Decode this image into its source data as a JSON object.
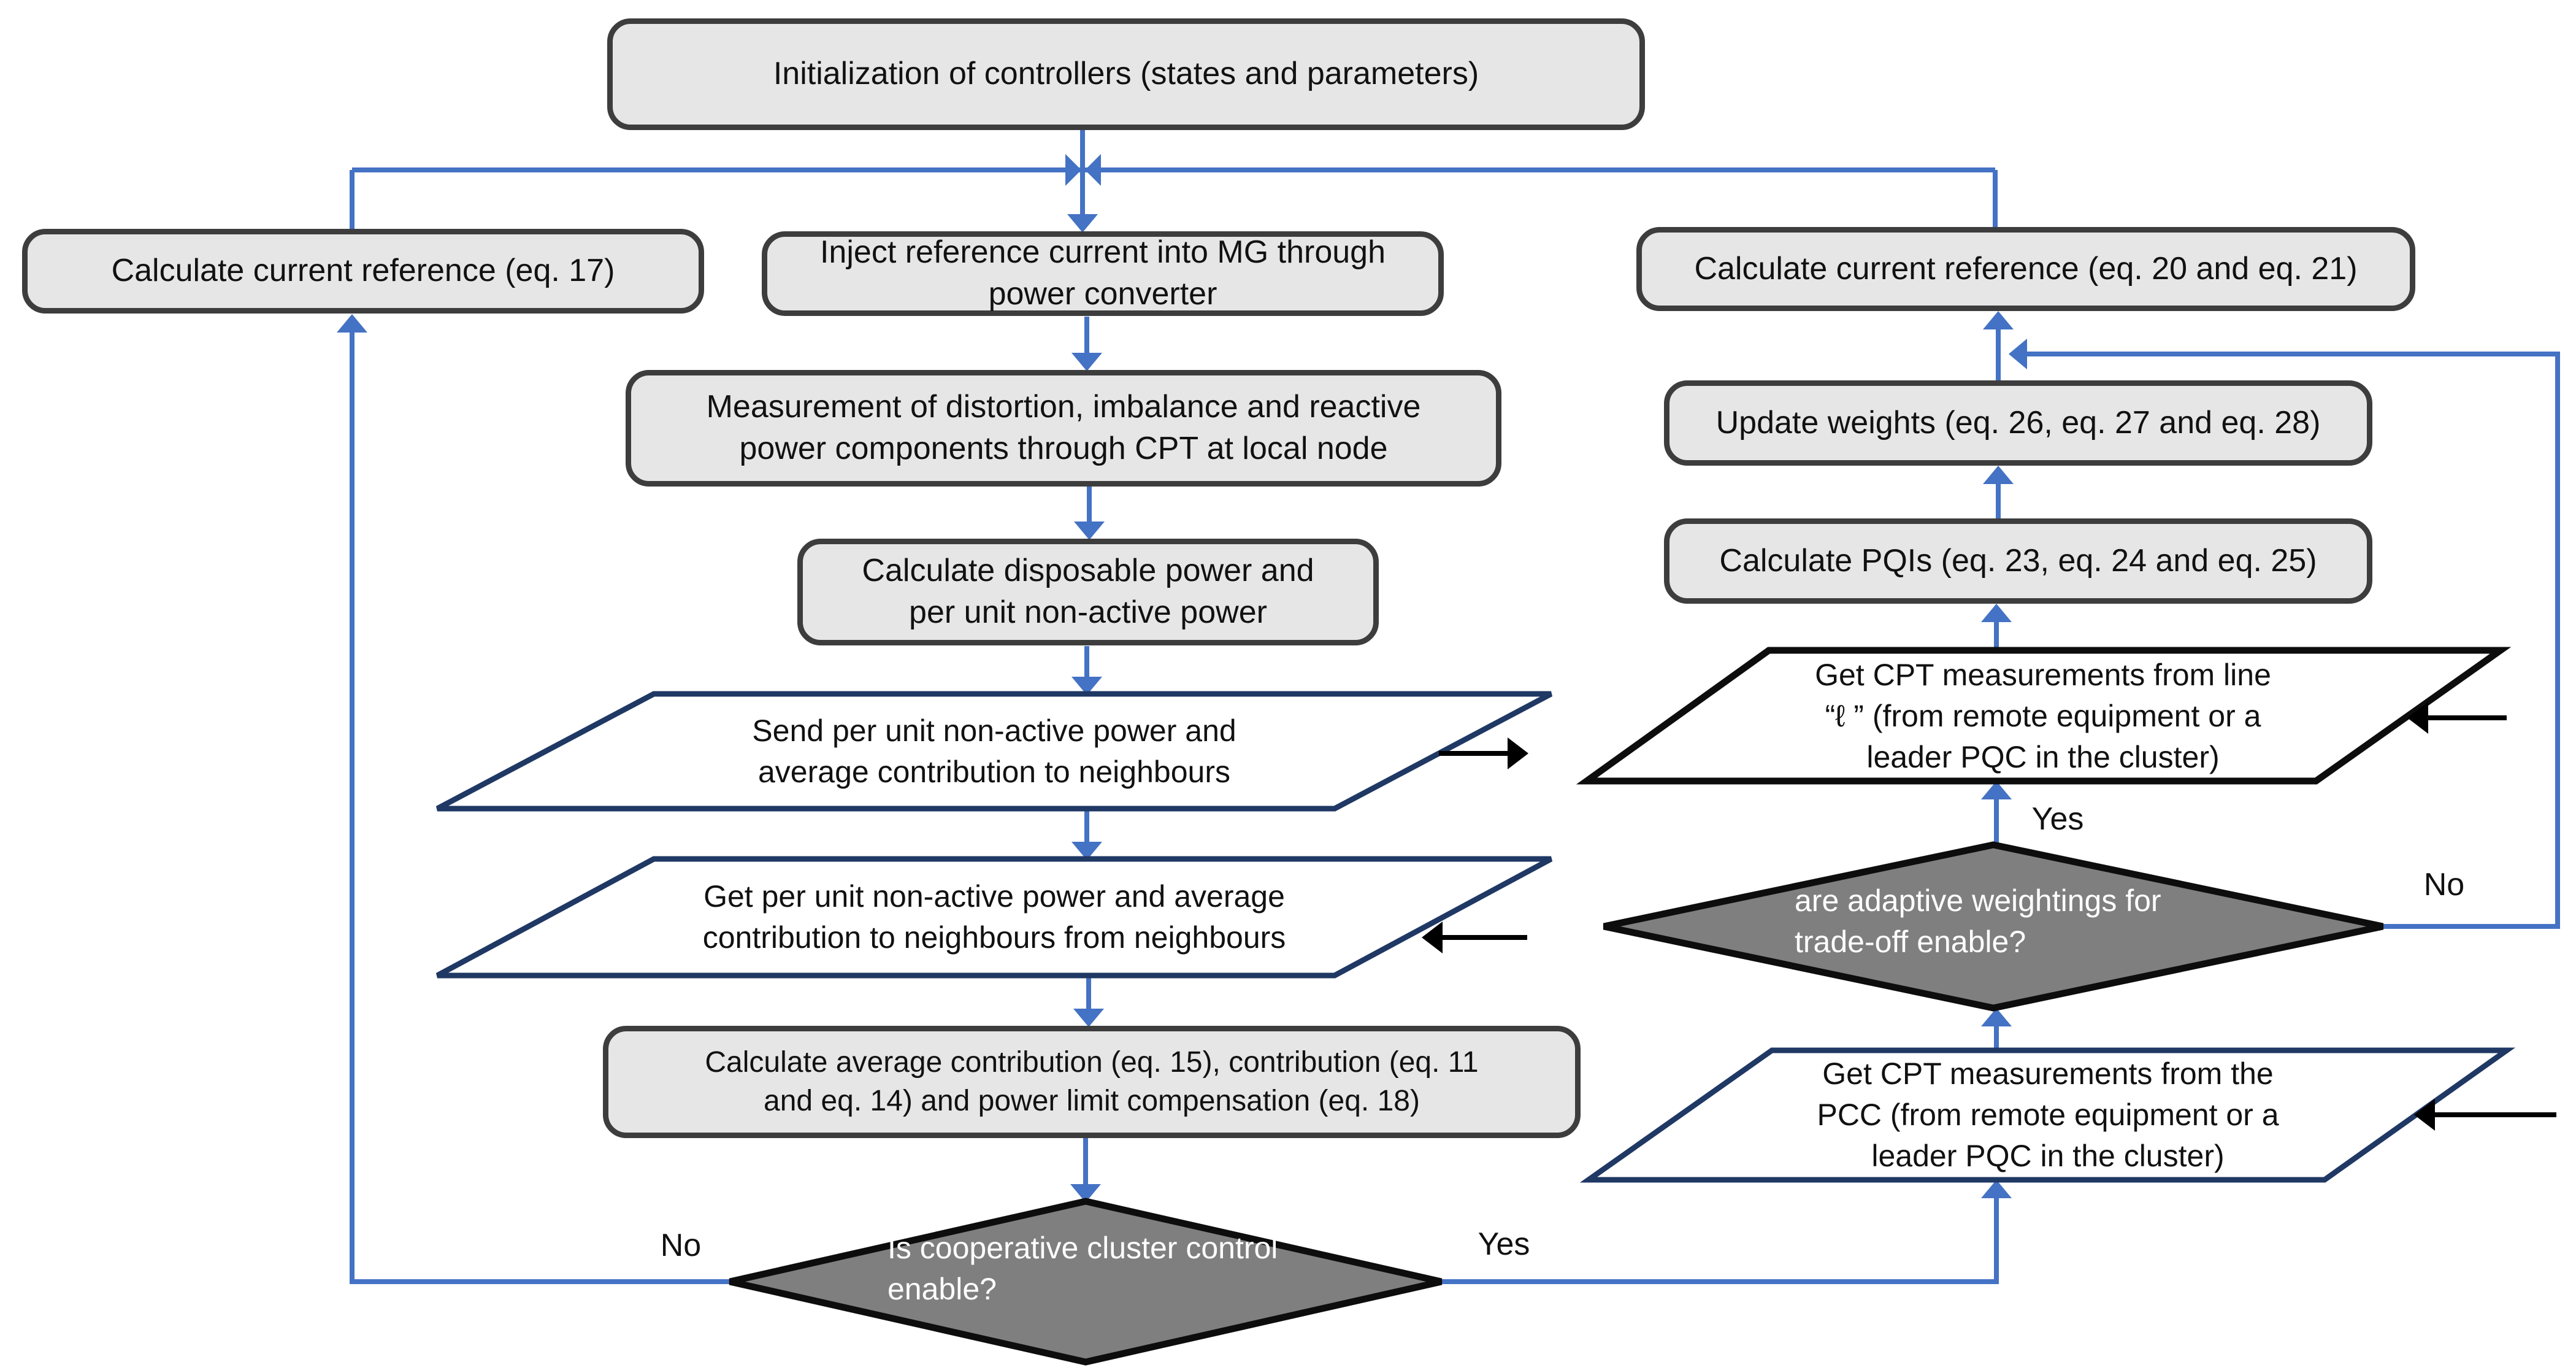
{
  "diagram_title": "Power quality controller flowchart",
  "colors": {
    "connector_blue": "#4472C4",
    "process_fill": "#e7e6e6",
    "process_border": "#3d3d3d",
    "decision_fill": "#7f7f7f",
    "decision_border": "#0d0d0d",
    "io_border_navy": "#1f3864",
    "io_border_black": "#0d0d0d",
    "io_arrow_black": "#000000",
    "decision_text": "#ffffff"
  },
  "nodes": {
    "init": "Initialization of controllers (states and parameters)",
    "calc_ref_17": "Calculate current reference (eq. 17)",
    "inject": "Inject reference current into MG through\npower converter",
    "measure": "Measurement of distortion, imbalance and reactive\npower components through CPT at local node",
    "disposable": "Calculate disposable power and\nper unit non-active power",
    "send_pu": "Send per unit non-active power and\naverage contribution to neighbours",
    "get_pu": "Get per unit non-active power and average\ncontribution to neighbours from neighbours",
    "calc_avg": "Calculate average contribution (eq. 15), contribution (eq. 11\nand eq. 14) and power limit compensation (eq. 18)",
    "coop_decision": "Is cooperative cluster control\nenable?",
    "calc_ref_2021": "Calculate current reference (eq. 20 and eq. 21)",
    "update_weights": "Update weights (eq. 26, eq. 27 and eq. 28)",
    "calc_pqis": "Calculate PQIs (eq. 23, eq. 24 and eq. 25)",
    "get_line_l": "Get CPT measurements from line\n“ℓ ” (from remote equipment or a\nleader PQC in the cluster)",
    "adaptive_decision": "are adaptive weightings for\ntrade-off enable?",
    "get_pcc": "Get CPT measurements from the\nPCC (from remote equipment or a\nleader PQC in the cluster)"
  },
  "labels": {
    "coop_no": "No",
    "coop_yes": "Yes",
    "adaptive_yes": "Yes",
    "adaptive_no": "No"
  }
}
